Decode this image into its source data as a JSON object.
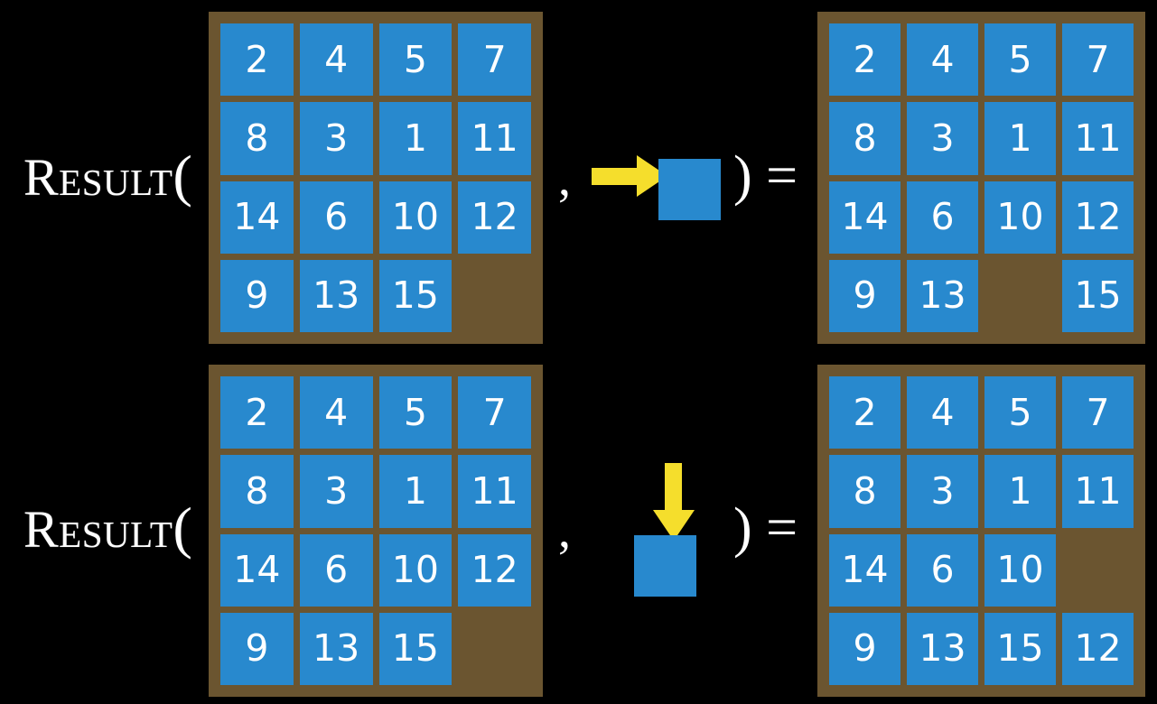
{
  "page": {
    "background_color": "#000000",
    "board_color": "#6b5530",
    "tile_color": "#2889ce",
    "tile_text_color": "#ffffff",
    "arrow_color": "#f5de2c",
    "text_color": "#ffffff"
  },
  "symbols": {
    "result_word": "Result",
    "open_paren": "(",
    "comma": ",",
    "close_and_equals": ") ="
  },
  "rows": [
    {
      "id": "row-1",
      "label": "Result",
      "move": {
        "direction": "right",
        "icon": "arrow-right-icon",
        "tile_label": ""
      },
      "input_board": {
        "name": "input-board-row-1",
        "cells": [
          "2",
          "4",
          "5",
          "7",
          "8",
          "3",
          "1",
          "11",
          "14",
          "6",
          "10",
          "12",
          "9",
          "13",
          "15",
          ""
        ]
      },
      "output_board": {
        "name": "output-board-row-1",
        "cells": [
          "2",
          "4",
          "5",
          "7",
          "8",
          "3",
          "1",
          "11",
          "14",
          "6",
          "10",
          "12",
          "9",
          "13",
          "",
          "15"
        ]
      }
    },
    {
      "id": "row-2",
      "label": "Result",
      "move": {
        "direction": "down",
        "icon": "arrow-down-icon",
        "tile_label": ""
      },
      "input_board": {
        "name": "input-board-row-2",
        "cells": [
          "2",
          "4",
          "5",
          "7",
          "8",
          "3",
          "1",
          "11",
          "14",
          "6",
          "10",
          "12",
          "9",
          "13",
          "15",
          ""
        ]
      },
      "output_board": {
        "name": "output-board-row-2",
        "cells": [
          "2",
          "4",
          "5",
          "7",
          "8",
          "3",
          "1",
          "11",
          "14",
          "6",
          "10",
          "",
          "9",
          "13",
          "15",
          "12"
        ]
      }
    }
  ]
}
